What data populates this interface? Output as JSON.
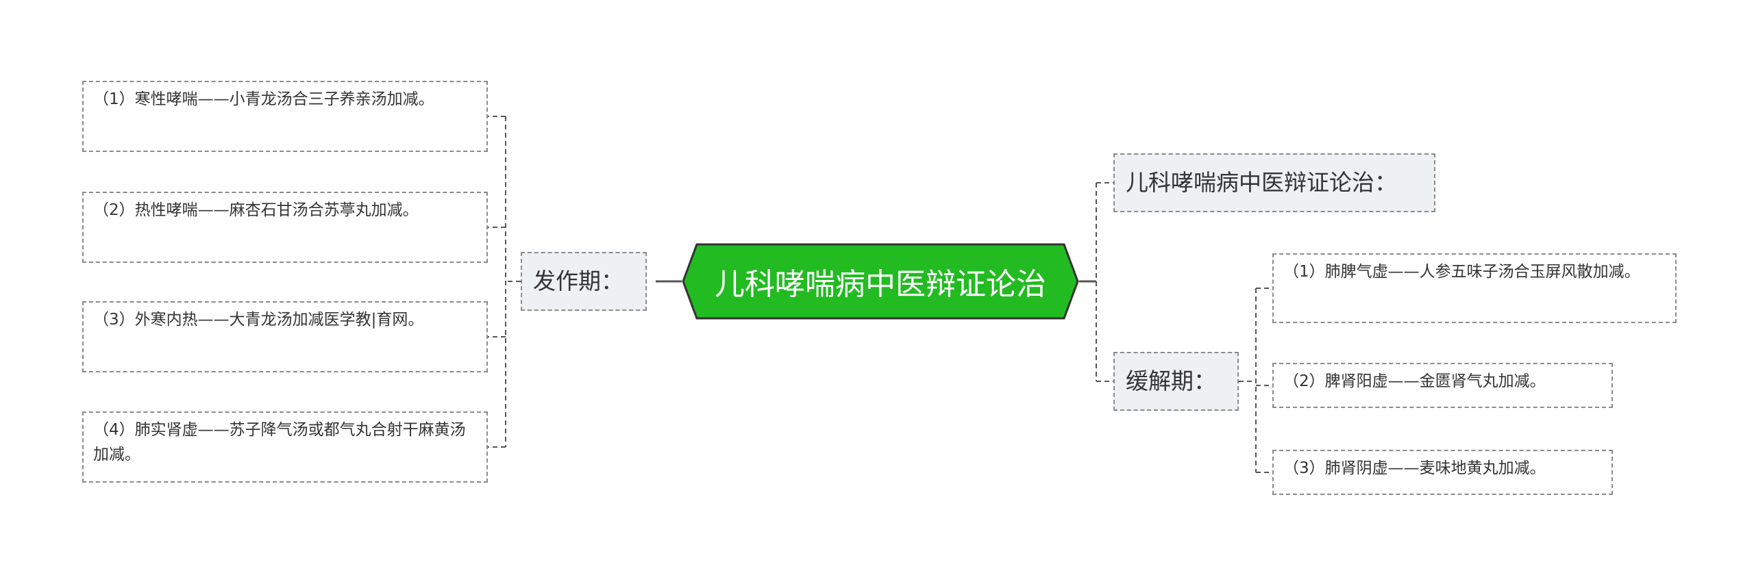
{
  "colors": {
    "root_fill": "#22bb22",
    "root_stroke": "#333333",
    "branch_fill": "#eef1f4",
    "line": "#555555",
    "border": "#8a8a8a"
  },
  "root": {
    "label": "儿科哮喘病中医辩证论治"
  },
  "left_branch": {
    "label": "发作期：",
    "items": [
      "（1）寒性哮喘——小青龙汤合三子养亲汤加减。",
      "（2）热性哮喘——麻杏石甘汤合苏葶丸加减。",
      "（3）外寒内热——大青龙汤加减医学教|育网。",
      "（4）肺实肾虚——苏子降气汤或都气丸合射干麻黄汤加减。"
    ]
  },
  "right_top": {
    "label": "儿科哮喘病中医辩证论治："
  },
  "right_branch": {
    "label": "缓解期：",
    "items": [
      "（1）肺脾气虚——人参五味子汤合玉屏风散加减。",
      "（2）脾肾阳虚——金匮肾气丸加减。",
      "（3）肺肾阴虚——麦味地黄丸加减。"
    ]
  }
}
